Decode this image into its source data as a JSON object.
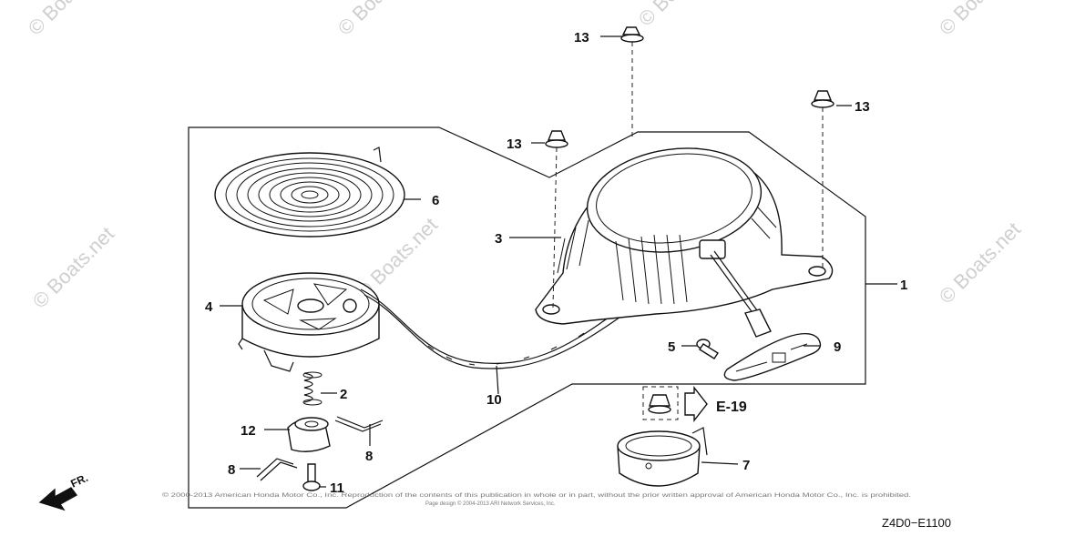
{
  "callouts": [
    {
      "num": "1"
    },
    {
      "num": "2"
    },
    {
      "num": "3"
    },
    {
      "num": "4"
    },
    {
      "num": "5"
    },
    {
      "num": "6"
    },
    {
      "num": "7"
    },
    {
      "num": "8"
    },
    {
      "num": "8"
    },
    {
      "num": "9"
    },
    {
      "num": "10"
    },
    {
      "num": "11"
    },
    {
      "num": "12"
    },
    {
      "num": "13"
    },
    {
      "num": "13"
    },
    {
      "num": "13"
    }
  ],
  "reference": "E-19",
  "diagram_code": "Z4D0−E1100",
  "front_label": "FR.",
  "watermark": "© Boats.net",
  "copyright_line1": "© 2000-2013 American Honda Motor Co., Inc. Reproduction of the contents of this publication in whole or in part, without the prior written approval of American Honda Motor Co., Inc. is prohibited.",
  "copyright_line2": "Page design © 2004-2013 ARI Network Services, Inc."
}
